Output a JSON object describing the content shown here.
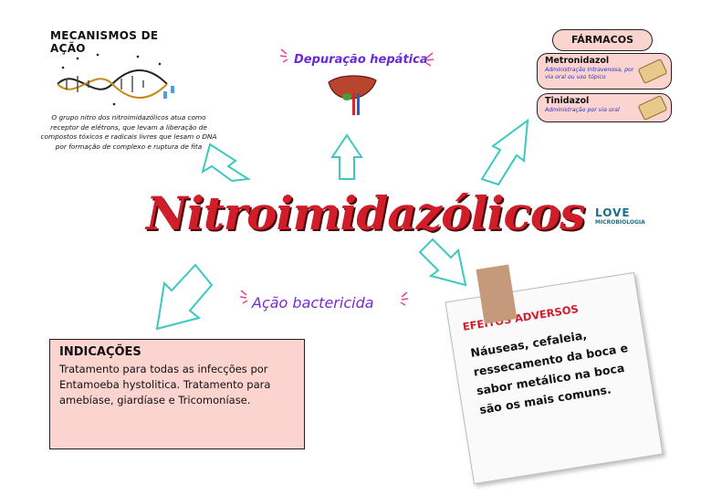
{
  "mecanismos": {
    "title": "MECANISMOS DE AÇÃO",
    "text": "O grupo nitro dos nitroimidazólicos atua como receptor de elétrons, que levam a liberação de compostos tóxicos e radicais livres que lesam o DNA por formação de complexo e ruptura de fita"
  },
  "depuracao": {
    "title": "Depuração hepática"
  },
  "farmacos": {
    "title": "FÁRMACOS",
    "items": [
      {
        "name": "Metronidazol",
        "desc": "Administração Intravenosa, por via oral ou uso tópico"
      },
      {
        "name": "Tinidazol",
        "desc": "Administração por via oral"
      }
    ]
  },
  "main_title": "Nitroimidazólicos",
  "logo": {
    "love": "LOVE",
    "micro": "MICROBIOLOGIA"
  },
  "acao": "Ação bactericida",
  "indicacoes": {
    "title": "INDICAÇÕES",
    "text": "Tratamento para todas as infecções por Entamoeba hystolitica. Tratamento para amebíase, giardíase e Tricomoníase."
  },
  "efeitos": {
    "title": "EFEITOS ADVERSOS",
    "text": "Náuseas, cefaleia, ressecamento da boca e sabor metálico na boca são os mais comuns."
  },
  "colors": {
    "accent_red": "#d11d2a",
    "purple": "#7a2ad8",
    "pink_box": "#fbd3cf",
    "arrow_teal": "#3cc8c0"
  }
}
